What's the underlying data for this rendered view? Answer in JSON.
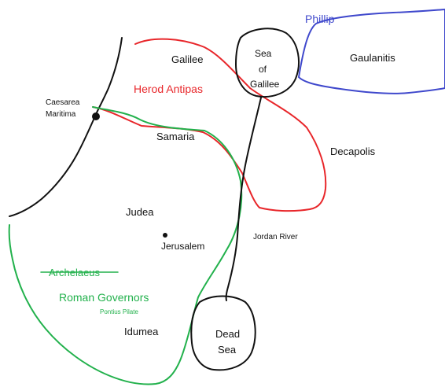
{
  "colors": {
    "black": "#111111",
    "red": "#e8262a",
    "green": "#22b14c",
    "blue": "#3f48cc"
  },
  "labels": {
    "phillip": "Phillip",
    "gaulanitis": "Gaulanitis",
    "galilee": "Galilee",
    "herod_antipas": "Herod Antipas",
    "sea_of_galilee_1": "Sea",
    "sea_of_galilee_2": "of",
    "sea_of_galilee_3": "Galilee",
    "caesarea_1": "Caesarea",
    "caesarea_2": "Maritima",
    "samaria": "Samaria",
    "decapolis": "Decapolis",
    "judea": "Judea",
    "jerusalem": "Jerusalem",
    "jordan_river": "Jordan River",
    "archelaeus": "Archelaeus",
    "roman_governors": "Roman Governors",
    "pontius_pilate": "Pontius Pilate",
    "idumea": "Idumea",
    "dead_sea_1": "Dead",
    "dead_sea_2": "Sea"
  }
}
